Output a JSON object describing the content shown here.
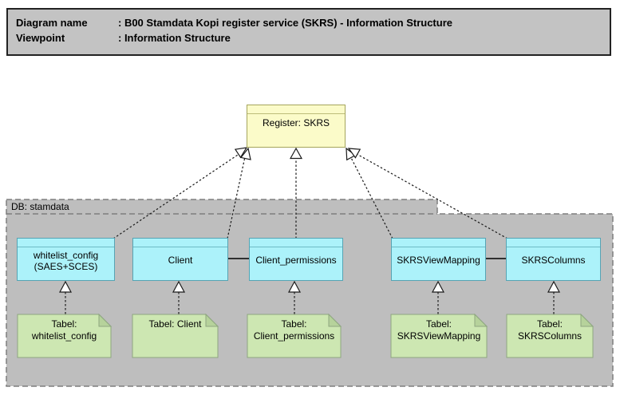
{
  "header": {
    "rows": [
      {
        "label": "Diagram name",
        "value": ": B00 Stamdata Kopi register service (SKRS) - Information Structure"
      },
      {
        "label": "Viewpoint",
        "value": ": Information Structure"
      }
    ]
  },
  "register_node": {
    "label": "Register: SKRS"
  },
  "group": {
    "label": "DB: stamdata"
  },
  "entities": [
    {
      "label": "whitelist_config\n(SAES+SCES)"
    },
    {
      "label": "Client"
    },
    {
      "label": "Client_permissions"
    },
    {
      "label": "SKRSViewMapping"
    },
    {
      "label": "SKRSColumns"
    }
  ],
  "notes": [
    {
      "label": "Tabel:\nwhitelist_config"
    },
    {
      "label": "Tabel: Client"
    },
    {
      "label": "Tabel:\nClient_permissions"
    },
    {
      "label": "Tabel:\nSKRSViewMapping"
    },
    {
      "label": "Tabel: SKRSColumns"
    }
  ],
  "colors": {
    "title_fill": "#c3c3c3",
    "group_fill": "#bebebe",
    "group_border": "#7f7f7f",
    "register_fill": "#fbfbc9",
    "register_border": "#a5a55c",
    "entity_fill": "#acf2fa",
    "entity_border": "#56a4b4",
    "note_fill": "#cde7b2",
    "note_fold": "#b6d29b",
    "note_border": "#8ea680",
    "line": "#1a1a1a"
  }
}
